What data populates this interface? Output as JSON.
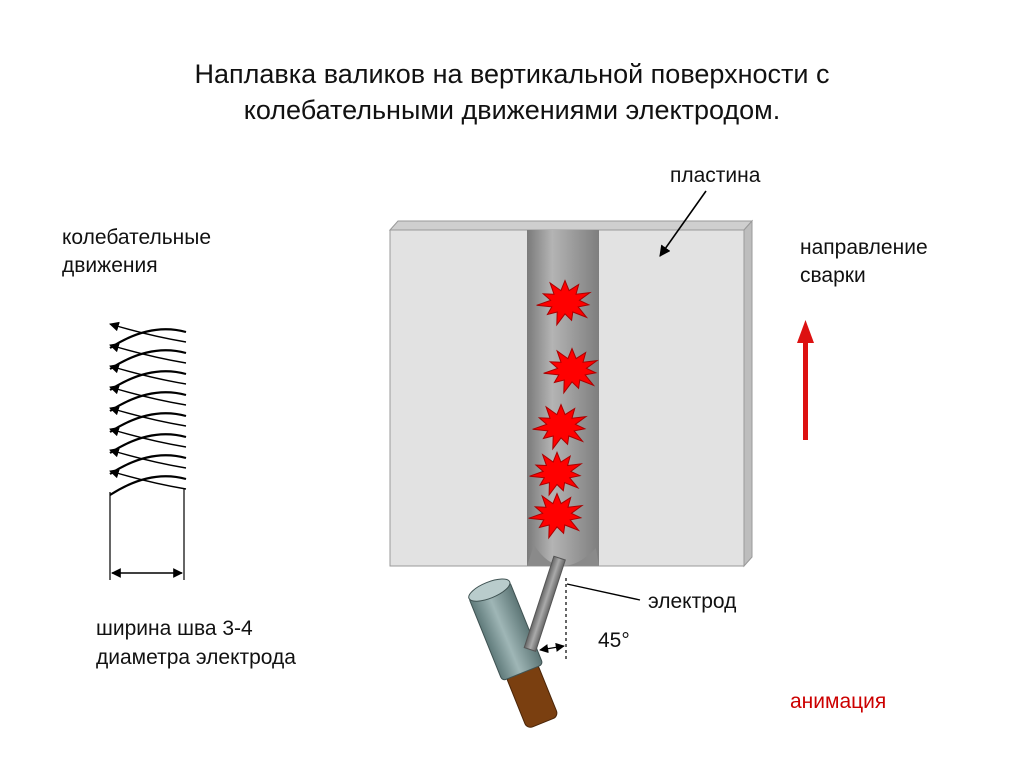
{
  "title": [
    "Наплавка валиков на вертикальной поверхности с",
    "колебательными движениями электродом."
  ],
  "labels": {
    "oscillation": [
      "колебательные",
      "движения"
    ],
    "plate": "пластина",
    "direction": [
      "направление",
      "сварки"
    ],
    "electrode": "электрод",
    "angle": "45°",
    "bead_width": [
      "ширина шва 3-4",
      "диаметра электрода"
    ],
    "animation_link": "анимация"
  },
  "colors": {
    "plate_face": "#e2e2e2",
    "plate_edge": "#bdbdbd",
    "bead": "#9a9a9a",
    "spark": "#ff0000",
    "direction_arrow": "#dd1111",
    "electrode_rod": "#8c8c8c",
    "holder": "#7f9999",
    "handle": "#7a3f10",
    "animation_text": "#cc0000"
  },
  "icons": {
    "sparks": "star-burst-icon",
    "direction": "arrow-up-icon"
  }
}
